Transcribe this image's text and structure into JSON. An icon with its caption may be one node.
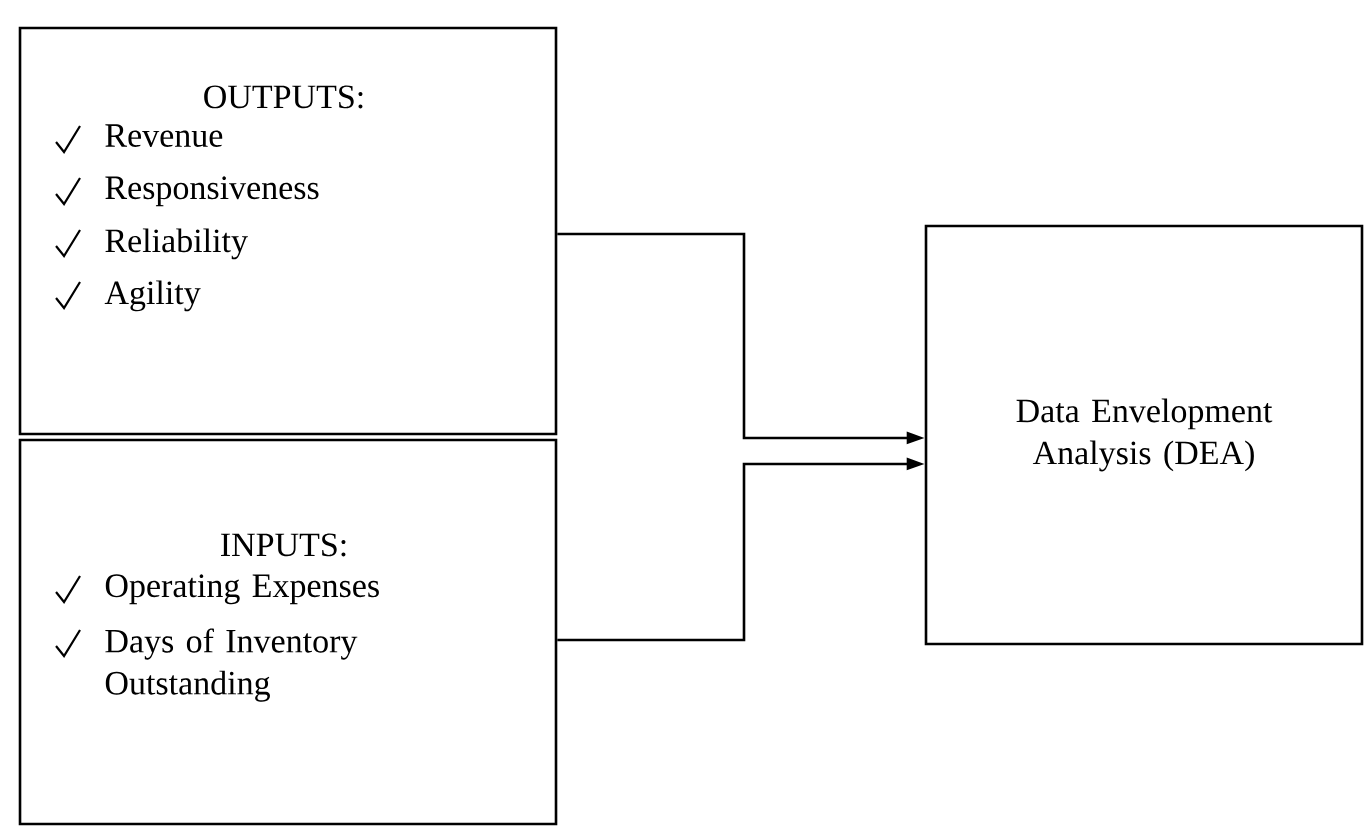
{
  "diagram": {
    "nodes": [
      {
        "text": [
          "OUTPUTS:",
          "Revenue",
          "Responsiveness",
          "Reliability",
          "Agility"
        ]
      },
      {
        "text": [
          "INPUTS:",
          "Operating Expenses",
          "Days of Inventory Outstanding"
        ]
      },
      {
        "text": [
          "Data Envelopment Analysis (DEA)"
        ]
      }
    ],
    "edges": [
      {
        "from": 0,
        "to": 2,
        "arrow": "to"
      },
      {
        "from": 1,
        "to": 2,
        "arrow": "to"
      }
    ]
  }
}
